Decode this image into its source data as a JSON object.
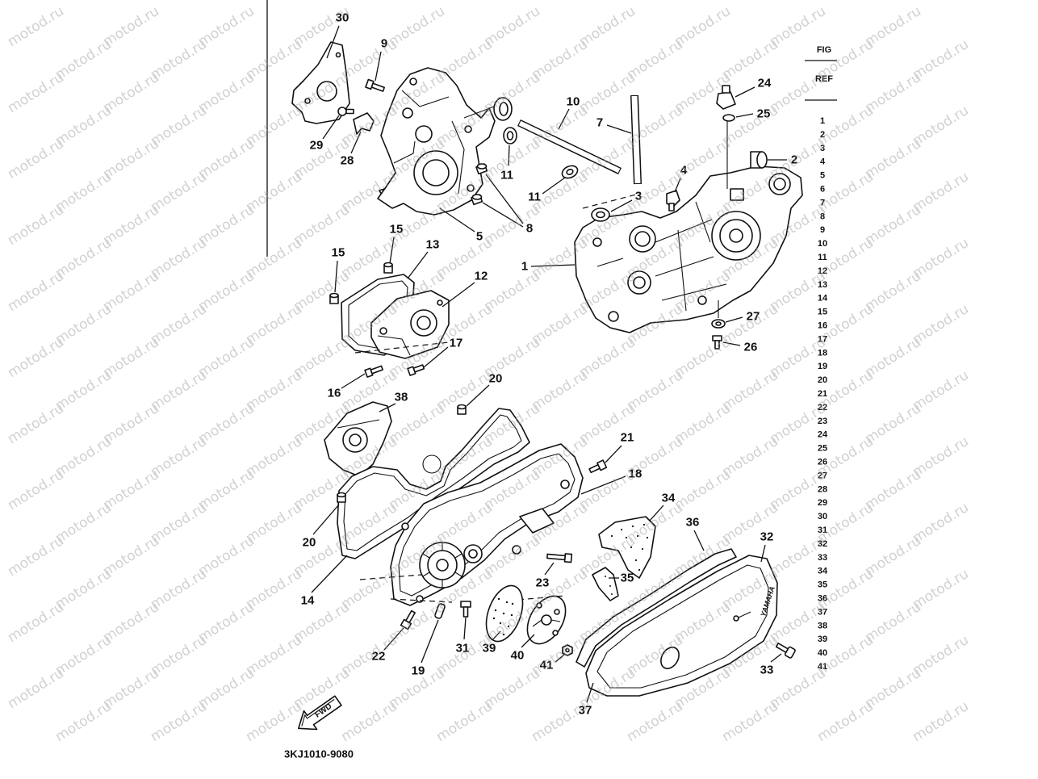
{
  "ref_column": {
    "fig": "FIG",
    "ref": "REF",
    "numbers": [
      "1",
      "2",
      "3",
      "4",
      "5",
      "6",
      "7",
      "8",
      "9",
      "10",
      "11",
      "12",
      "13",
      "14",
      "15",
      "16",
      "17",
      "18",
      "19",
      "20",
      "21",
      "22",
      "23",
      "24",
      "25",
      "26",
      "27",
      "28",
      "29",
      "30",
      "31",
      "32",
      "33",
      "34",
      "35",
      "36",
      "37",
      "38",
      "39",
      "40",
      "41"
    ]
  },
  "callouts": [
    "30",
    "9",
    "29",
    "28",
    "10",
    "7",
    "11",
    "11",
    "8",
    "5",
    "24",
    "25",
    "2",
    "4",
    "3",
    "1",
    "27",
    "26",
    "15",
    "13",
    "15",
    "12",
    "17",
    "16",
    "38",
    "20",
    "21",
    "18",
    "20",
    "14",
    "34",
    "36",
    "32",
    "35",
    "23",
    "22",
    "19",
    "31",
    "39",
    "40",
    "41",
    "37",
    "33"
  ],
  "fwd_label": "FWD",
  "part_code": "3KJ1010-9080",
  "cover_logo": "YAMAHA",
  "watermark": "motod.ru"
}
